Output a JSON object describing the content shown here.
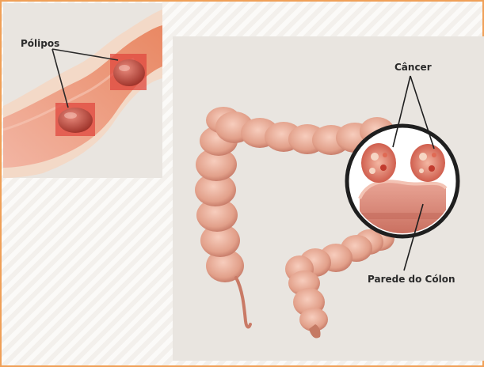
{
  "labels": {
    "polyps": "Pólipos",
    "cancer": "Câncer",
    "colon_wall": "Parede do Cólon"
  },
  "colors": {
    "border": "#f0a057",
    "panel": "#e9e5e0",
    "colon": "#e4a08c",
    "colon_shadow": "#c7755f",
    "highlight": "#e0483f",
    "polyp": "#b8463a",
    "cancer": "#d96a5a"
  }
}
